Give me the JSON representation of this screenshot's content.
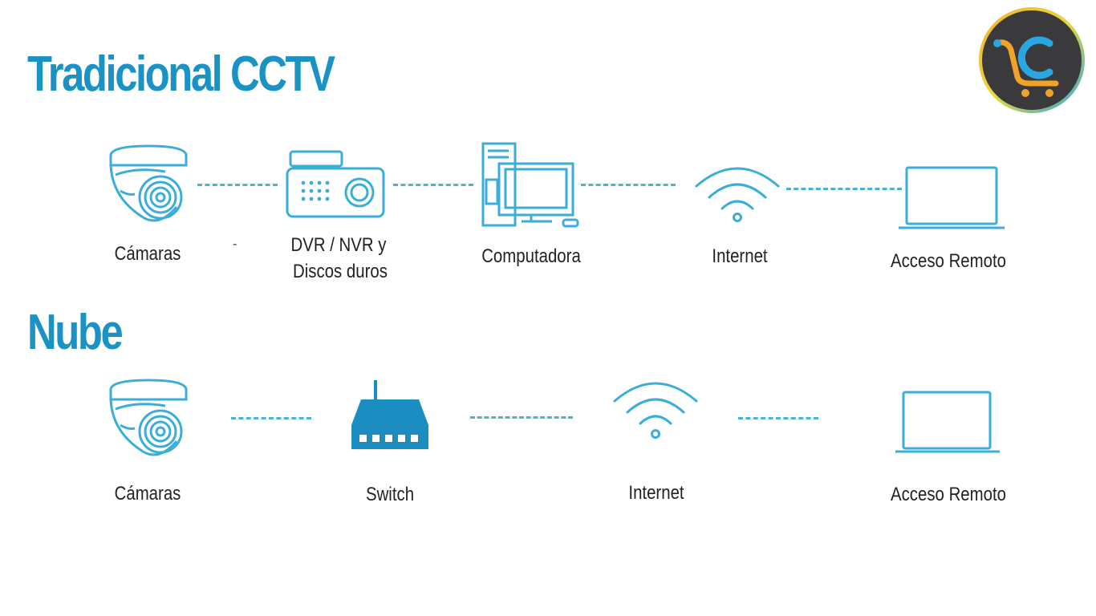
{
  "traditional": {
    "title": "Tradicional CCTV",
    "nodes": {
      "cameras": "Cámaras",
      "dvr_line1": "DVR / NVR y",
      "dvr_line2": "Discos duros",
      "computer": "Computadora",
      "internet": "Internet",
      "remote": "Acceso Remoto"
    },
    "stray_mark": "-"
  },
  "cloud": {
    "title": "Nube",
    "nodes": {
      "cameras": "Cámaras",
      "switch": "Switch",
      "internet": "Internet",
      "remote": "Acceso Remoto"
    }
  },
  "logo": {
    "letter": "C"
  },
  "colors": {
    "title": "#1a93c4",
    "icon_line": "#3aaed8",
    "switch_fill": "#1b8dc0"
  }
}
